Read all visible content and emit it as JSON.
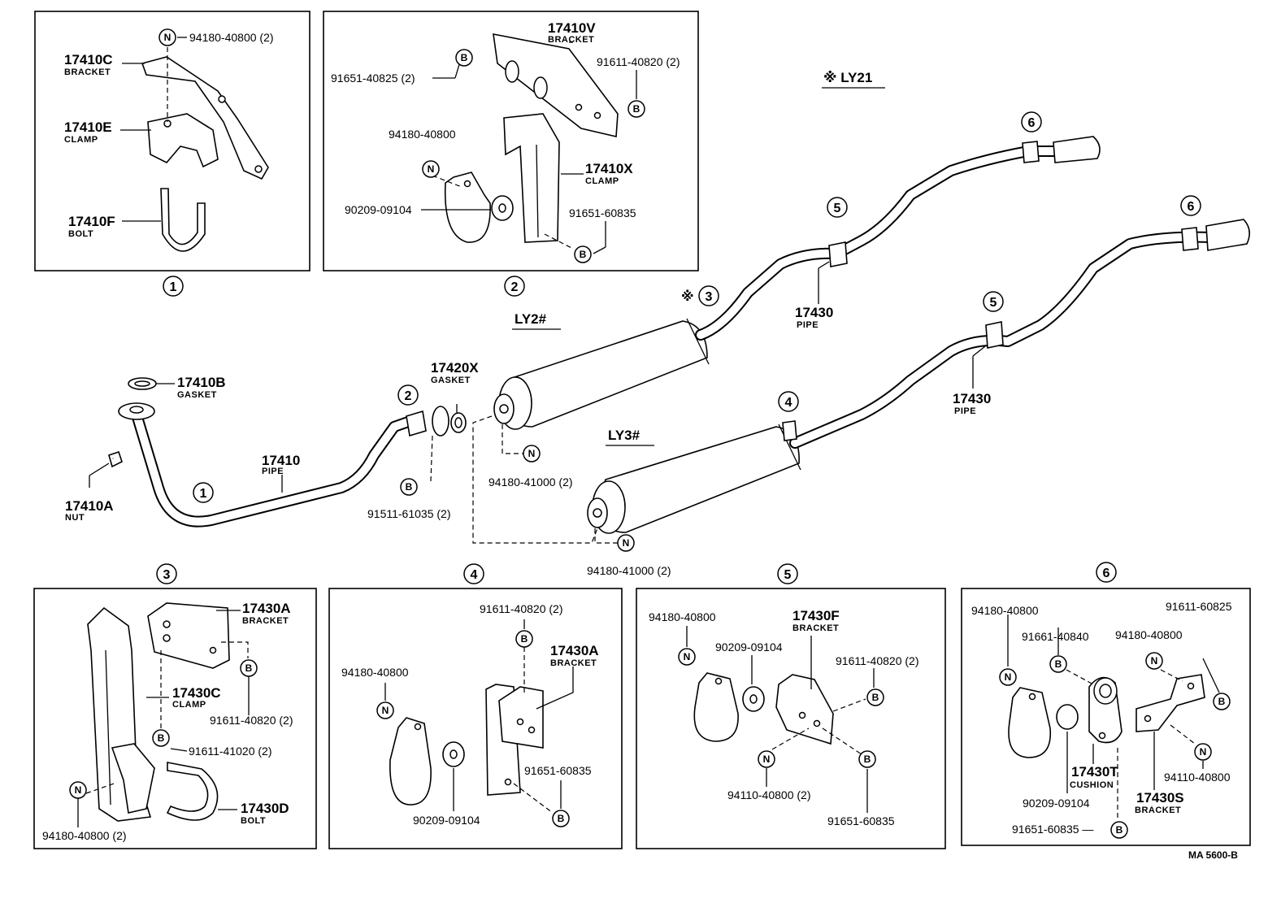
{
  "variants": {
    "ly21": "※ LY21",
    "ly2x": "LY2#",
    "ly3x": "LY3#"
  },
  "markers": {
    "m1": "1",
    "m2": "2",
    "m3": "3",
    "m4": "4",
    "m5": "5",
    "m6": "6",
    "star": "※",
    "B": "B",
    "N": "N"
  },
  "box1": {
    "p_94180_40800_2": "94180-40800 (2)",
    "p_17410C": "17410C",
    "n_bracket": "BRACKET",
    "p_17410E": "17410E",
    "n_clamp": "CLAMP",
    "p_17410F": "17410F",
    "n_bolt": "BOLT"
  },
  "box2": {
    "p_17410V": "17410V",
    "n_bracket": "BRACKET",
    "p_91651_40825_2": "91651-40825 (2)",
    "p_91611_40820_2": "91611-40820 (2)",
    "p_94180_40800": "94180-40800",
    "p_17410X": "17410X",
    "n_clamp": "CLAMP",
    "p_90209_09104": "90209-09104",
    "p_91651_60835": "91651-60835"
  },
  "main": {
    "p_17410B": "17410B",
    "n_gasket": "GASKET",
    "p_17410": "17410",
    "n_pipe": "PIPE",
    "p_17410A": "17410A",
    "n_nut": "NUT",
    "p_17420X": "17420X",
    "p_91511_61035_2": "91511-61035 (2)",
    "p_94180_41000_2": "94180-41000 (2)",
    "p_17430": "17430",
    "ref": "MA  5600-B"
  },
  "box3": {
    "p_17430A": "17430A",
    "n_bracket": "BRACKET",
    "p_17430C": "17430C",
    "n_clamp": "CLAMP",
    "p_91611_40820_2": "91611-40820 (2)",
    "p_91611_41020_2": "91611-41020 (2)",
    "p_17430D": "17430D",
    "n_bolt": "BOLT",
    "p_94180_40800_2": "94180-40800 (2)"
  },
  "box4": {
    "p_91611_40820_2": "91611-40820 (2)",
    "p_17430A": "17430A",
    "n_bracket": "BRACKET",
    "p_94180_40800": "94180-40800",
    "p_91651_60835": "91651-60835",
    "p_90209_09104": "90209-09104"
  },
  "box5": {
    "p_94180_40800": "94180-40800",
    "p_17430F": "17430F",
    "n_bracket": "BRACKET",
    "p_90209_09104": "90209-09104",
    "p_91611_40820_2": "91611-40820 (2)",
    "p_94110_40800_2": "94110-40800 (2)",
    "p_91651_60835": "91651-60835"
  },
  "box6": {
    "p_94180_40800": "94180-40800",
    "p_91661_40840": "91661-40840",
    "p_91611_60825": "91611-60825",
    "p_94180_40800b": "94180-40800",
    "p_17430T": "17430T",
    "n_cushion": "CUSHION",
    "p_94110_40800": "94110-40800",
    "p_17430S": "17430S",
    "n_bracket": "BRACKET",
    "p_90209_09104": "90209-09104",
    "p_91651_60835": "91651-60835 —"
  }
}
